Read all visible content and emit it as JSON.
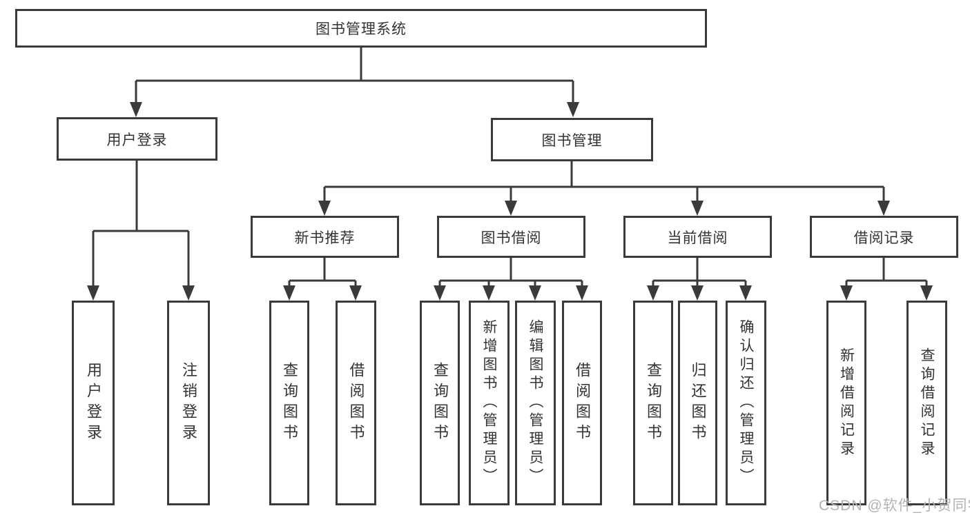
{
  "diagram_title": "图书管理系统",
  "tree": {
    "root": {
      "label": "图书管理系统",
      "children": [
        {
          "label": "用户登录",
          "children": [
            {
              "label": "用户登录"
            },
            {
              "label": "注销登录"
            }
          ]
        },
        {
          "label": "图书管理",
          "children": [
            {
              "label": "新书推荐",
              "children": [
                {
                  "label": "查询图书"
                },
                {
                  "label": "借阅图书"
                }
              ]
            },
            {
              "label": "图书借阅",
              "children": [
                {
                  "label": "查询图书"
                },
                {
                  "label": "新增图书（管理员）"
                },
                {
                  "label": "编辑图书（管理员）"
                },
                {
                  "label": "借阅图书"
                }
              ]
            },
            {
              "label": "当前借阅",
              "children": [
                {
                  "label": "查询图书"
                },
                {
                  "label": "归还图书"
                },
                {
                  "label": "确认归还（管理员）"
                }
              ]
            },
            {
              "label": "借阅记录",
              "children": [
                {
                  "label": "新增借阅记录"
                },
                {
                  "label": "查询借阅记录"
                }
              ]
            }
          ]
        }
      ]
    }
  },
  "watermark": "CSDN @软件_小贺同学",
  "colors": {
    "line": "#3a3a3a",
    "border": "#3a3a3a",
    "text": "#333333",
    "watermark": "#b3b3b3",
    "background": "#ffffff"
  }
}
